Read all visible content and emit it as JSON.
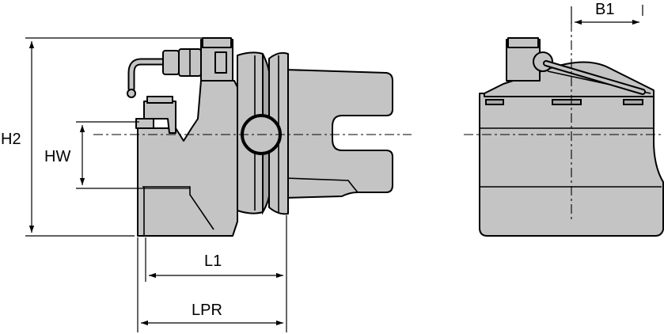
{
  "dimensions": {
    "h2": "H2",
    "hw": "HW",
    "l1": "L1",
    "lpr": "LPR",
    "b1": "B1"
  },
  "colors": {
    "body_fill": "#c4c4c4",
    "shade_fill": "#a8a8a8",
    "line": "#000000",
    "background": "#ffffff"
  }
}
